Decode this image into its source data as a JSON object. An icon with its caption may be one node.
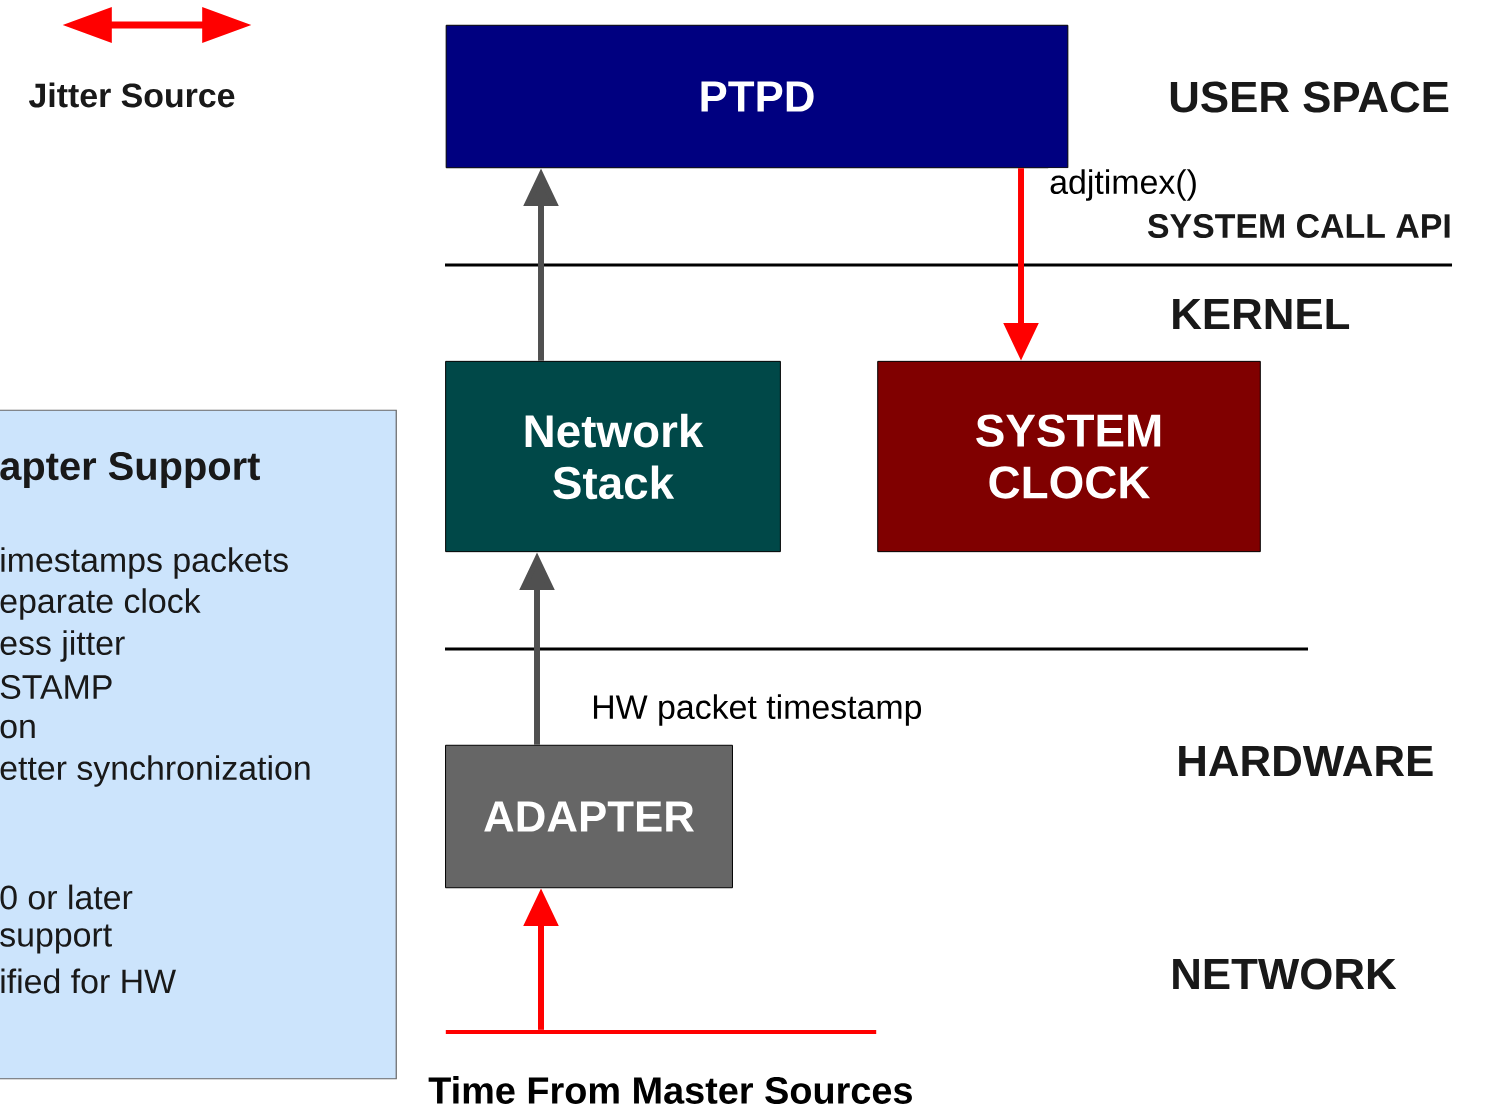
{
  "diagram": {
    "nodes": [
      {
        "text": [
          "PTPD"
        ]
      },
      {
        "text": [
          "Network Stack"
        ]
      },
      {
        "text": [
          "SYSTEM CLOCK"
        ]
      },
      {
        "text": [
          "ADAPTER"
        ]
      },
      {
        "text": [
          "apter Support",
          "imestamps packets",
          "eparate clock",
          "ess jitter",
          "STAMP",
          "on",
          "etter synchronization",
          "0 or later",
          "support",
          "ified for HW"
        ]
      },
      {
        "text": [],
        "shape": "bar",
        "beside": [
          "Time From Master Sources"
        ]
      }
    ],
    "edges": [
      {
        "from": 3,
        "to": 1,
        "arrow": "to",
        "label": "HW packet timestamp",
        "color": "#505050"
      },
      {
        "from": 1,
        "to": 0,
        "arrow": "to",
        "color": "#505050"
      },
      {
        "from": 0,
        "to": 2,
        "arrow": "to",
        "label": "adjtimex()",
        "color": "#ff0000"
      },
      {
        "from": 5,
        "to": 3,
        "arrow": "to",
        "color": "#ff0000"
      }
    ],
    "labels": [
      "USER SPACE",
      "SYSTEM CALL API",
      "KERNEL",
      "HARDWARE",
      "NETWORK"
    ],
    "legend": [
      {
        "text": "Jitter Source"
      }
    ]
  }
}
